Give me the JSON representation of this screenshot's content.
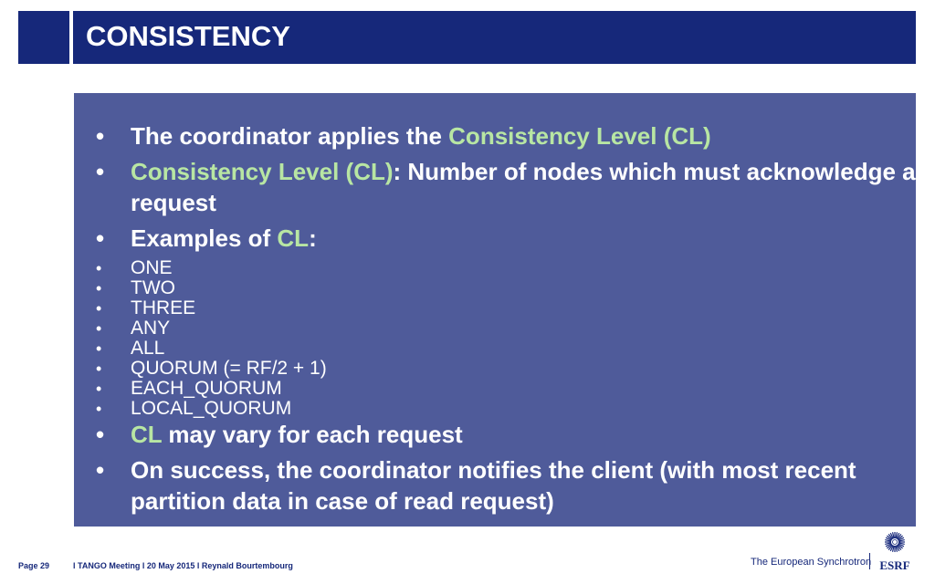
{
  "slide": {
    "title": "CONSISTENCY",
    "bullets": [
      {
        "level": "big",
        "parts": [
          {
            "text": "The coordinator applies the ",
            "green": false
          },
          {
            "text": "Consistency Level (CL)",
            "green": true
          }
        ]
      },
      {
        "level": "big",
        "parts": [
          {
            "text": "Consistency Level (CL)",
            "green": true
          },
          {
            "text": ": Number of nodes which must acknowledge a request",
            "green": false
          }
        ]
      },
      {
        "level": "big",
        "parts": [
          {
            "text": "Examples of ",
            "green": false
          },
          {
            "text": "CL",
            "green": true
          },
          {
            "text": ":",
            "green": false
          }
        ]
      },
      {
        "level": "small",
        "parts": [
          {
            "text": "ONE",
            "green": false
          }
        ]
      },
      {
        "level": "small",
        "parts": [
          {
            "text": "TWO",
            "green": false
          }
        ]
      },
      {
        "level": "small",
        "parts": [
          {
            "text": "THREE",
            "green": false
          }
        ]
      },
      {
        "level": "small",
        "parts": [
          {
            "text": "ANY",
            "green": false
          }
        ]
      },
      {
        "level": "small",
        "parts": [
          {
            "text": "ALL",
            "green": false
          }
        ]
      },
      {
        "level": "small",
        "parts": [
          {
            "text": "QUORUM (= RF/2 + 1)",
            "green": false
          }
        ]
      },
      {
        "level": "small",
        "parts": [
          {
            "text": "EACH_QUORUM",
            "green": false
          }
        ]
      },
      {
        "level": "small",
        "parts": [
          {
            "text": "LOCAL_QUORUM",
            "green": false
          }
        ]
      },
      {
        "level": "big",
        "parts": [
          {
            "text": "CL",
            "green": true
          },
          {
            "text": " may vary for each request",
            "green": false
          }
        ]
      },
      {
        "level": "big",
        "parts": [
          {
            "text": "On success, the coordinator notifies the client (with most recent partition data in case of read request)",
            "green": false
          }
        ]
      }
    ]
  },
  "footer": {
    "page": "Page 29",
    "meeting": "l TANGO Meeting l 20 May 2015 l Reynald Bourtembourg",
    "brand": "The European Synchrotron",
    "logo_text": "ESRF"
  },
  "colors": {
    "title_bar": "#16287a",
    "content_bg": "#4f5b9a",
    "highlight": "#b8e6a3",
    "text": "#ffffff"
  }
}
